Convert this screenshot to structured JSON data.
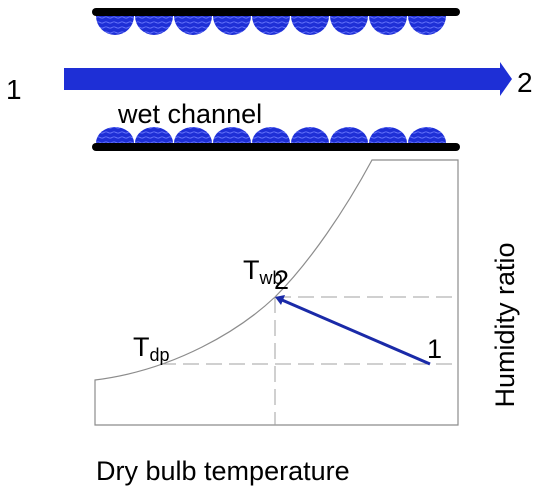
{
  "channel": {
    "label": "wet channel",
    "inlet_label": "1",
    "outlet_label": "2"
  },
  "chart": {
    "xlabel": "Dry bulb temperature",
    "ylabel": "Humidity ratio",
    "point_start_label": "1",
    "point_end_label": "2",
    "wet_bulb": {
      "main": "T",
      "sub": "wb"
    },
    "dew_point": {
      "main": "T",
      "sub": "dp"
    }
  },
  "colors": {
    "water": "#1e2fd6",
    "water_highlight": "#6f7dff",
    "wall": "#000000",
    "arrow": "#1e2fd6",
    "process_line": "#1a2aa8",
    "curve": "#8c8c8c",
    "guide": "#a0a0a0"
  }
}
